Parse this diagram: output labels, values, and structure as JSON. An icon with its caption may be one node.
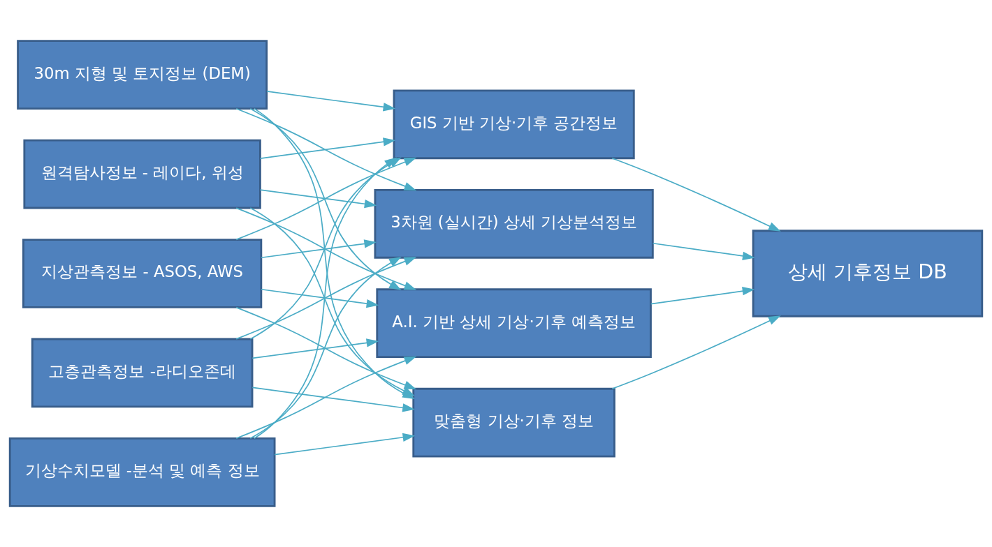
{
  "diagram": {
    "nodes": [
      {
        "text": [
          "원격탐사정보 - 레이다, 위성"
        ]
      },
      {
        "text": [
          "지상관측정보 - ASOS, AWS"
        ]
      },
      {
        "text": [
          "고층관측정보 -라디오존데"
        ]
      },
      {
        "text": [
          "기상수치모델 -분석 및 예측 정보"
        ]
      },
      {
        "text": [
          "30m 지형 및 토지정보 (DEM)"
        ]
      },
      {
        "text": [
          "GIS 기반 기상·기후 공간정보"
        ]
      },
      {
        "text": [
          "3차원 (실시간) 상세 기상분석정보"
        ]
      },
      {
        "text": [
          "A.I. 기반 상세 기상·기후 예측정보"
        ]
      },
      {
        "text": [
          "맞춤형 기상·기후 정보"
        ]
      },
      {
        "text": [
          "상세 기후정보 DB"
        ]
      }
    ],
    "edges": [
      {
        "from": 0,
        "to": 5,
        "arrow": "to"
      },
      {
        "from": 0,
        "to": 6,
        "arrow": "to"
      },
      {
        "from": 0,
        "to": 7,
        "arrow": "to"
      },
      {
        "from": 0,
        "to": 8,
        "arrow": "to"
      },
      {
        "from": 1,
        "to": 5,
        "arrow": "to"
      },
      {
        "from": 1,
        "to": 6,
        "arrow": "to"
      },
      {
        "from": 1,
        "to": 7,
        "arrow": "to"
      },
      {
        "from": 1,
        "to": 8,
        "arrow": "to"
      },
      {
        "from": 2,
        "to": 5,
        "arrow": "to"
      },
      {
        "from": 2,
        "to": 6,
        "arrow": "to"
      },
      {
        "from": 2,
        "to": 7,
        "arrow": "to"
      },
      {
        "from": 2,
        "to": 8,
        "arrow": "to"
      },
      {
        "from": 3,
        "to": 5,
        "arrow": "to"
      },
      {
        "from": 3,
        "to": 6,
        "arrow": "to"
      },
      {
        "from": 3,
        "to": 7,
        "arrow": "to"
      },
      {
        "from": 3,
        "to": 8,
        "arrow": "to"
      },
      {
        "from": 4,
        "to": 5,
        "arrow": "to"
      },
      {
        "from": 4,
        "to": 6,
        "arrow": "to"
      },
      {
        "from": 4,
        "to": 7,
        "arrow": "to"
      },
      {
        "from": 4,
        "to": 8,
        "arrow": "to"
      },
      {
        "from": 5,
        "to": 9,
        "arrow": "to"
      },
      {
        "from": 6,
        "to": 9,
        "arrow": "to"
      },
      {
        "from": 7,
        "to": 9,
        "arrow": "to"
      },
      {
        "from": 8,
        "to": 9,
        "arrow": "to"
      }
    ]
  }
}
